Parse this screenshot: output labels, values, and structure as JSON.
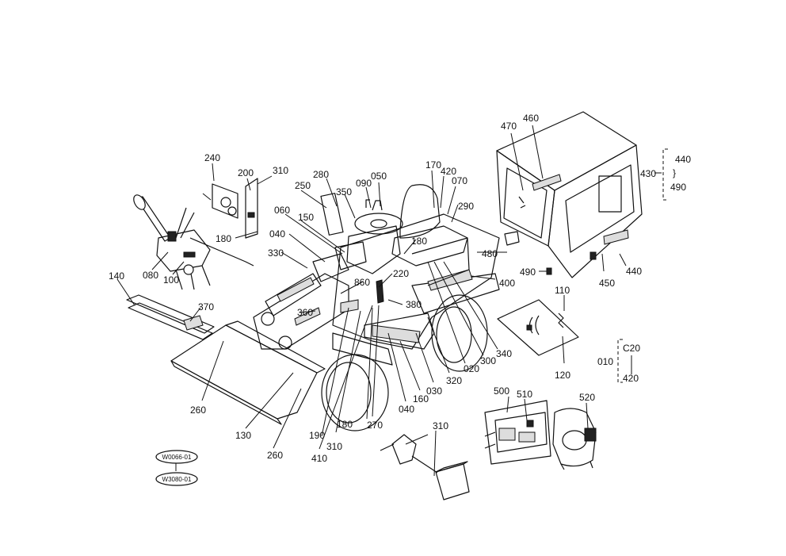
{
  "labels": {
    "p470": "470",
    "p460": "460",
    "p440a": "440",
    "p430": "430",
    "p490a": "490",
    "tilde": "}",
    "p240": "240",
    "p200": "200",
    "p310a": "310",
    "p280": "280",
    "p250": "250",
    "p350": "350",
    "p090": "090",
    "p050": "050",
    "p170": "170",
    "p420a": "420",
    "p070": "070",
    "p290": "290",
    "p060": "060",
    "p150": "150",
    "p040a": "040",
    "p180a": "180",
    "p180b": "180",
    "p330": "330",
    "p080": "080",
    "p100": "100",
    "p140": "140",
    "p860": "860",
    "p220": "220",
    "p380": "380",
    "p480": "480",
    "p490b": "490",
    "p450": "450",
    "p440b": "440",
    "p400": "400",
    "p110": "110",
    "p370": "370",
    "p360": "360",
    "p020": "020",
    "p300": "300",
    "p340": "340",
    "p320": "320",
    "p030": "030",
    "p160": "160",
    "p040b": "040",
    "p180c": "180",
    "p270": "270",
    "p190": "190",
    "p310b": "310",
    "p410": "410",
    "p260a": "260",
    "p260b": "260",
    "p130": "130",
    "p120": "120",
    "p010": "010",
    "pc20": "C20",
    "p420b": "420",
    "p500": "500",
    "p510": "510",
    "p520": "520",
    "p310c": "310",
    "w1": "W0066-01",
    "w2": "W3080-01"
  }
}
